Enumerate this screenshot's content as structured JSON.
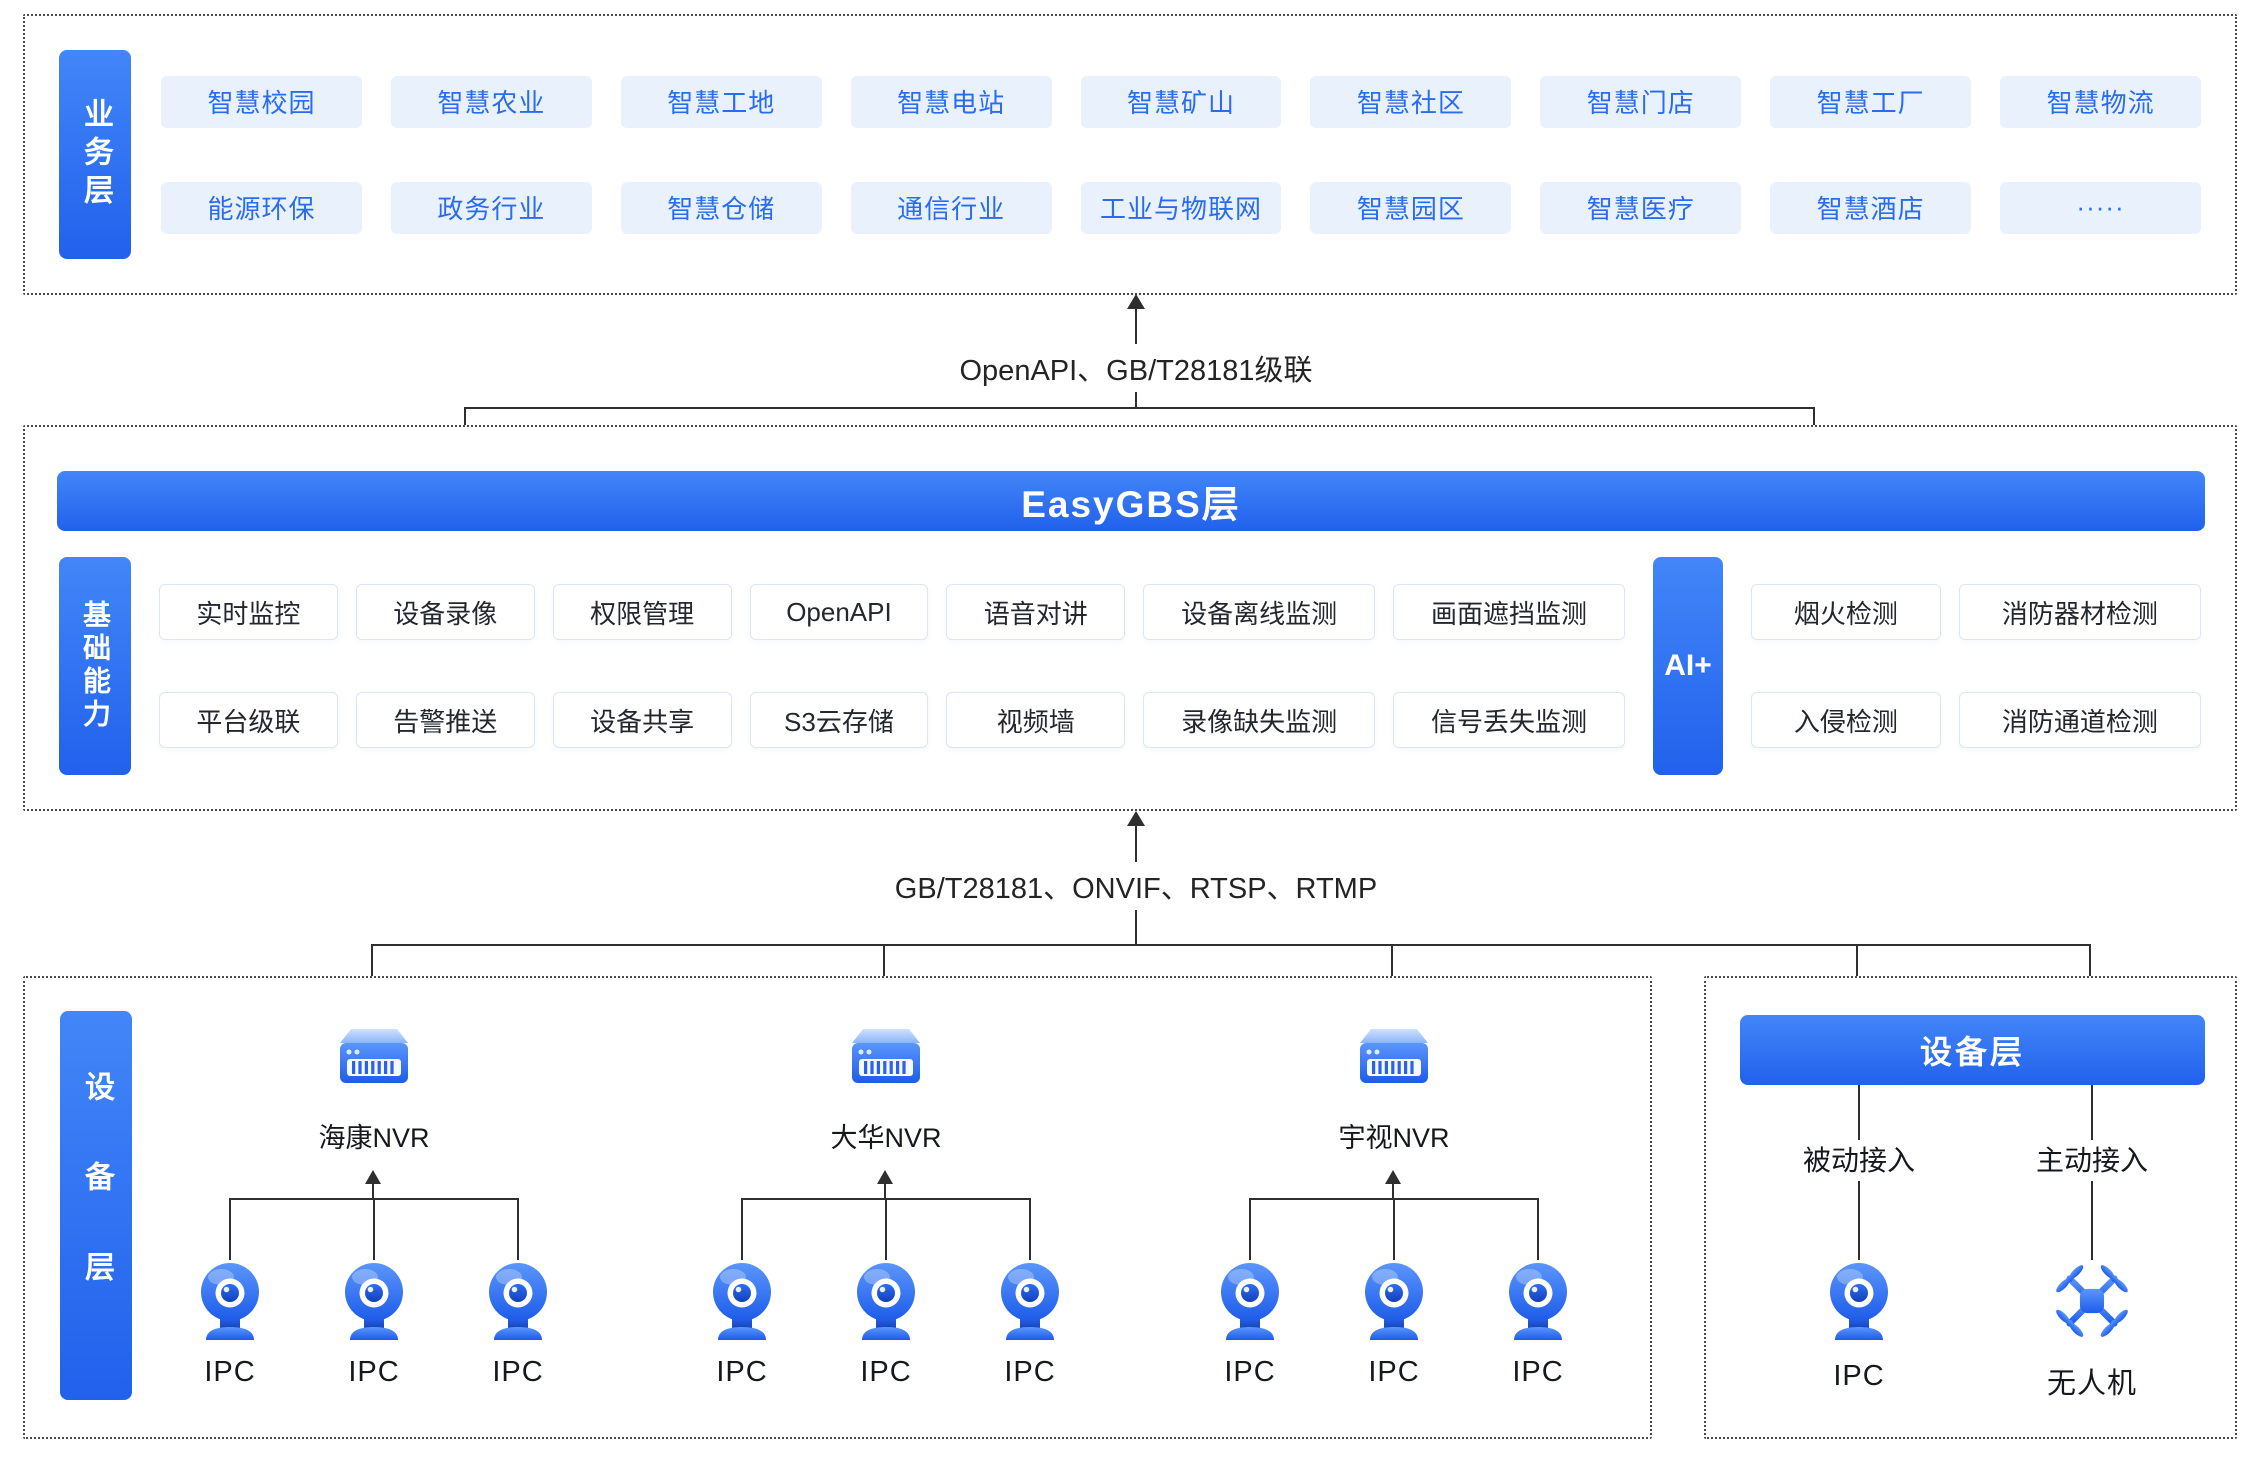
{
  "business": {
    "label": "业务层",
    "row1": [
      "智慧校园",
      "智慧农业",
      "智慧工地",
      "智慧电站",
      "智慧矿山",
      "智慧社区",
      "智慧门店",
      "智慧工厂",
      "智慧物流"
    ],
    "row2": [
      "能源环保",
      "政务行业",
      "智慧仓储",
      "通信行业",
      "工业与物联网",
      "智慧园区",
      "智慧医疗",
      "智慧酒店",
      "·····"
    ]
  },
  "connectors": {
    "top_label": "OpenAPI、GB/T28181级联",
    "bottom_label": "GB/T28181、ONVIF、RTSP、RTMP"
  },
  "platform": {
    "title": "EasyGBS层",
    "label": "基础能力",
    "caps_row1": [
      "实时监控",
      "设备录像",
      "权限管理",
      "OpenAPI",
      "语音对讲",
      "设备离线监测",
      "画面遮挡监测"
    ],
    "caps_row2": [
      "平台级联",
      "告警推送",
      "设备共享",
      "S3云存储",
      "视频墙",
      "录像缺失监测",
      "信号丢失监测"
    ],
    "ai_label": "AI+",
    "ai_row1": [
      "烟火检测",
      "消防器材检测"
    ],
    "ai_row2": [
      "入侵检测",
      "消防通道检测"
    ]
  },
  "devices": {
    "label": "设备层",
    "groups": [
      {
        "name": "海康NVR",
        "ipcs": [
          "IPC",
          "IPC",
          "IPC"
        ]
      },
      {
        "name": "大华NVR",
        "ipcs": [
          "IPC",
          "IPC",
          "IPC"
        ]
      },
      {
        "name": "宇视NVR",
        "ipcs": [
          "IPC",
          "IPC",
          "IPC"
        ]
      }
    ]
  },
  "devices_right": {
    "title": "设备层",
    "columns": [
      {
        "label": "被动接入",
        "device": "IPC"
      },
      {
        "label": "主动接入",
        "device": "无人机"
      }
    ]
  },
  "colors": {
    "accent": "#2f6bf0",
    "chip_bg": "#e9f1fd",
    "chip_text": "#2a6cf0",
    "line": "#2f2f2f"
  },
  "icons": {
    "nvr": "nvr-device-icon",
    "ipc": "ipc-camera-icon",
    "drone": "drone-icon"
  }
}
